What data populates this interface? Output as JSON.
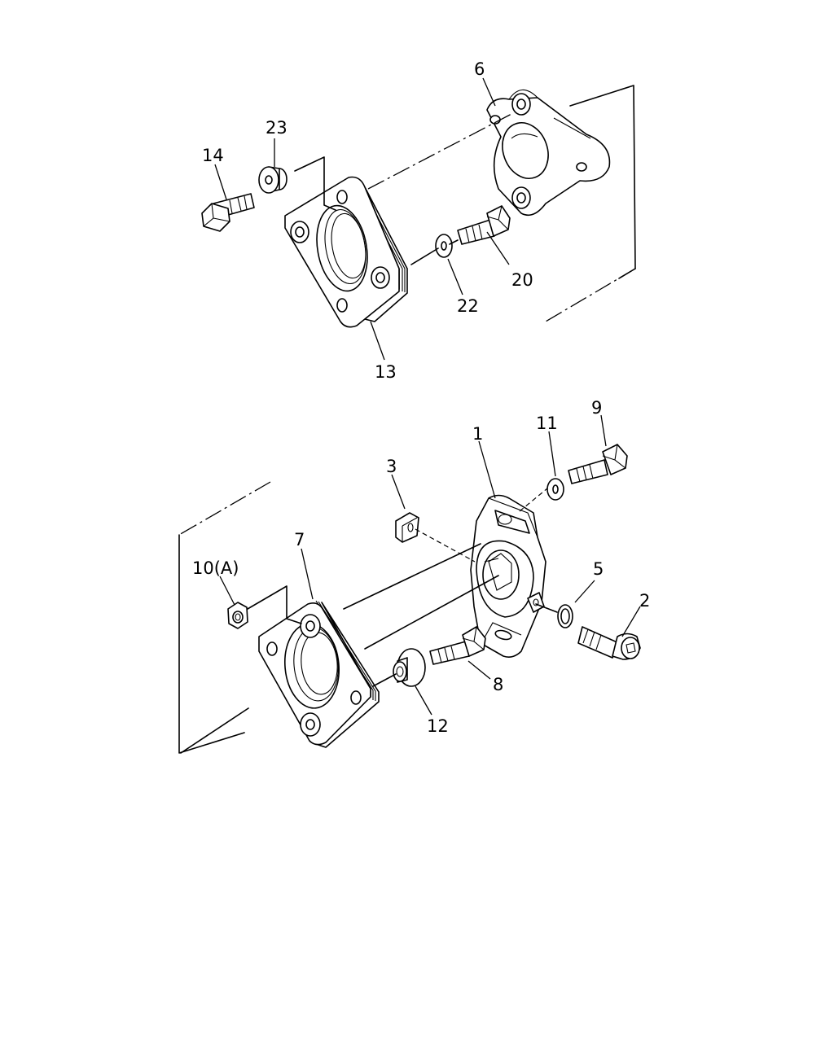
{
  "callouts": {
    "c1": "1",
    "c2": "2",
    "c3": "3",
    "c5": "5",
    "c6": "6",
    "c7": "7",
    "c8": "8",
    "c9": "9",
    "c10": "10(A)",
    "c11": "11",
    "c12": "12",
    "c13": "13",
    "c14": "14",
    "c20": "20",
    "c22": "22",
    "c23": "23"
  }
}
